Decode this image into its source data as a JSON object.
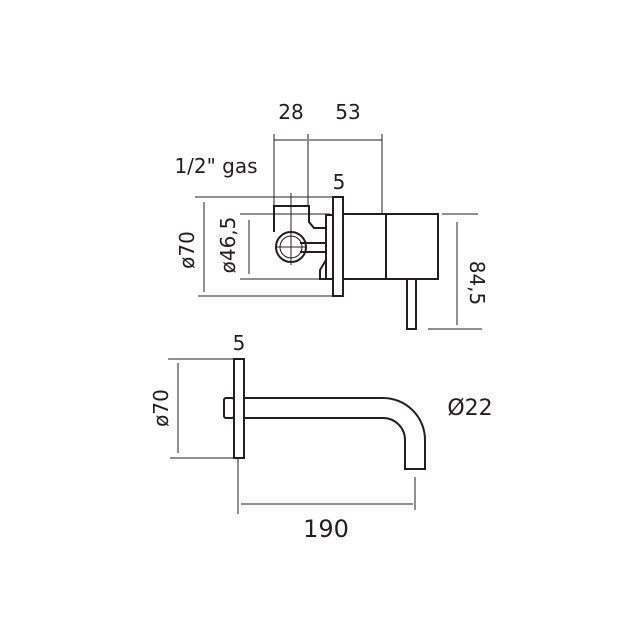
{
  "top_view": {
    "dim_28": "28",
    "dim_53": "53",
    "thread_label": "1/2\" gas",
    "dim_5": "5",
    "dim_dia70": "ø70",
    "dim_dia46_5": "ø46,5",
    "dim_84_5": "84,5"
  },
  "spout_view": {
    "dim_5": "5",
    "dim_dia70": "ø70",
    "dim_dia22": "Ø22",
    "dim_190": "190"
  }
}
